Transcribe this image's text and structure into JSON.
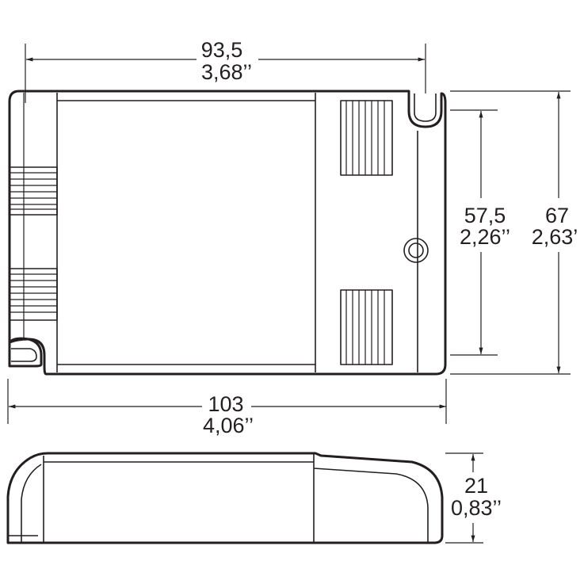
{
  "dimensions": {
    "top_width_mm": "93,5",
    "top_width_in": "3,68’’",
    "bottom_width_mm": "103",
    "bottom_width_in": "4,06’’",
    "inner_height_mm": "57,5",
    "inner_height_in": "2,26’’",
    "outer_height_mm": "67",
    "outer_height_in": "2,63’",
    "side_height_mm": "21",
    "side_height_in": "0,83’’"
  },
  "colors": {
    "line": "#231f20",
    "background": "#ffffff"
  }
}
